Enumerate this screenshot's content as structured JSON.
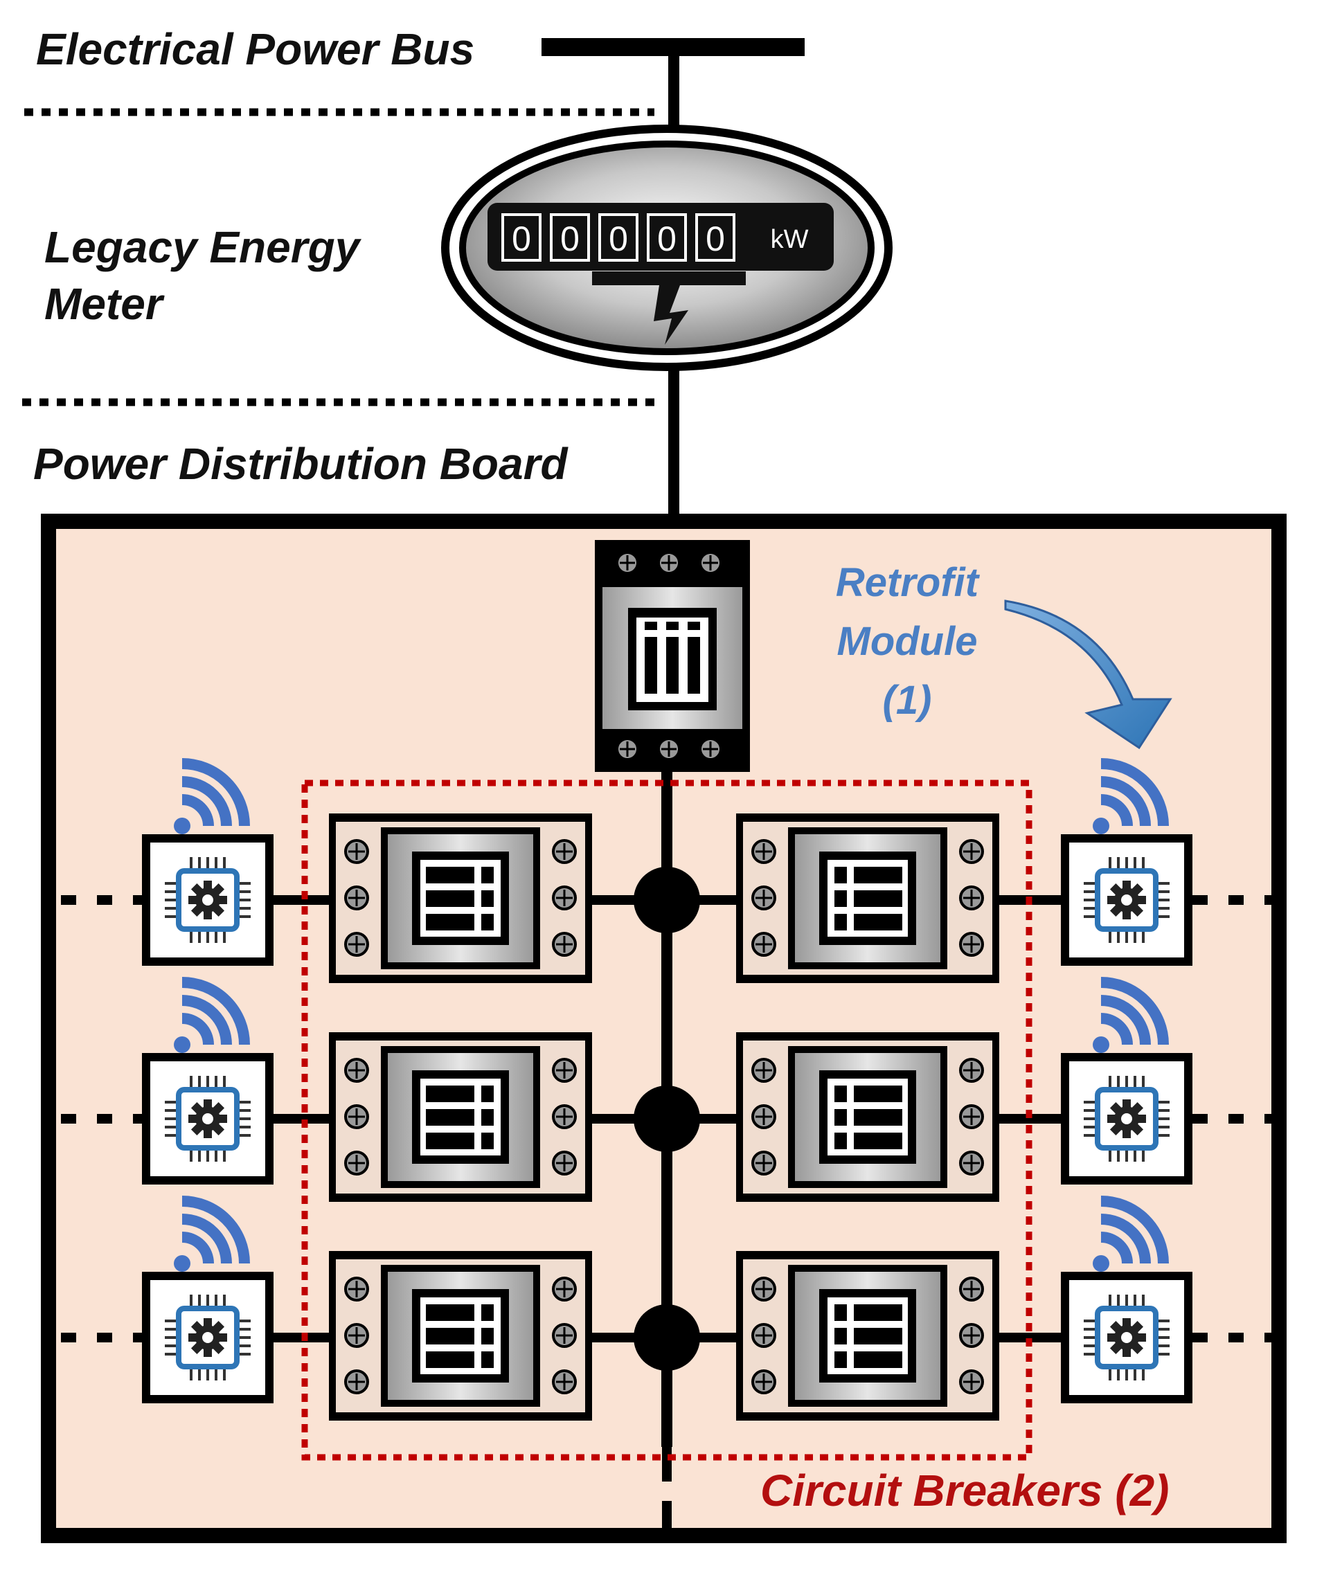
{
  "labels": {
    "bus": "Electrical Power Bus",
    "meter_line1": "Legacy Energy",
    "meter_line2": "Meter",
    "board": "Power Distribution Board",
    "retrofit_line1": "Retrofit",
    "retrofit_line2": "Module",
    "retrofit_line3": "(1)",
    "breakers": "Circuit Breakers (2)"
  },
  "meter": {
    "digits": [
      "0",
      "0",
      "0",
      "0",
      "0"
    ],
    "unit": "kW"
  },
  "colors": {
    "board_fill": "#fae3d4",
    "line": "#000000",
    "breaker_outline": "#c00000",
    "retrofit_text": "#4a7fc4",
    "wifi": "#4472c4",
    "chip_outline": "#2e75b6"
  },
  "icons": {
    "meter": "energy-meter-icon",
    "module": "retrofit-module-icon",
    "breaker": "circuit-breaker-icon",
    "sensor": "iot-sensor-chip-icon",
    "wifi": "wifi-signal-icon",
    "arrow": "curved-arrow-icon"
  }
}
